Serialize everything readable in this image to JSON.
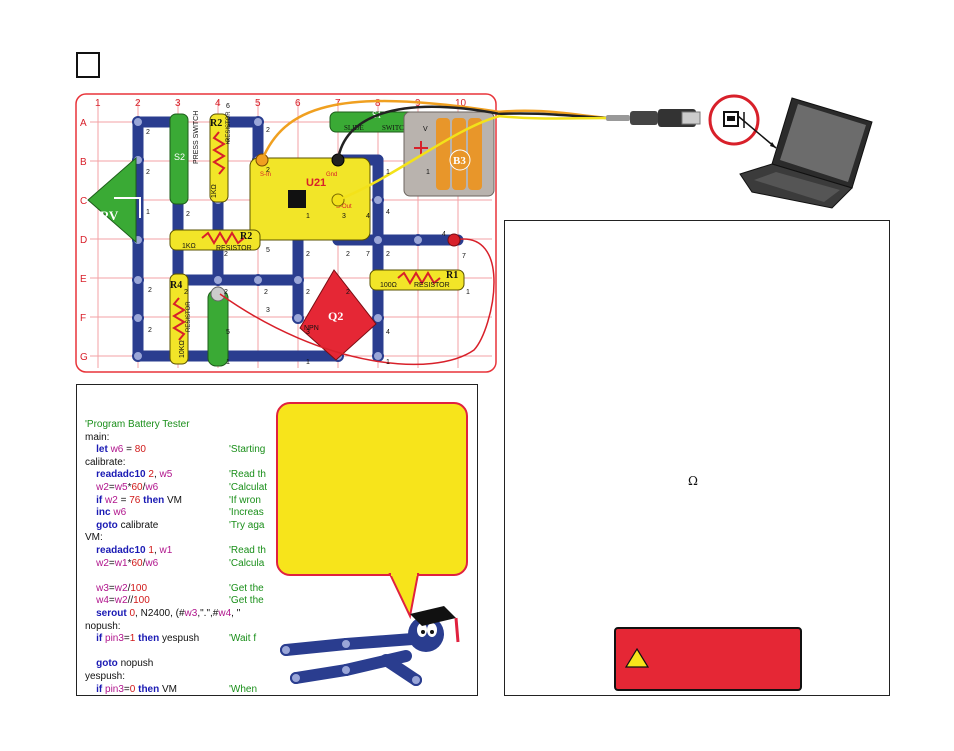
{
  "diagram": {
    "column_labels": [
      "1",
      "2",
      "3",
      "4",
      "5",
      "6",
      "7",
      "8",
      "9",
      "10"
    ],
    "row_labels": [
      "A",
      "B",
      "C",
      "D",
      "E",
      "F",
      "G"
    ],
    "parts": {
      "s1_name": "S1",
      "s1_label_left": "SLIDE",
      "s1_label_right": "SWITCH",
      "s2_name": "S2",
      "s2_label": "PRESS SWITCH",
      "r2_top_name": "R2",
      "r2_top_label": "RESISTOR",
      "r2_top_value": "1KΩ",
      "r2_mid_name": "R2",
      "r2_mid_value": "1KΩ",
      "r2_mid_label": "RESISTOR",
      "r4_name": "R4",
      "r4_label": "RESISTOR",
      "r4_value": "10KΩ",
      "r1_name": "R1",
      "r1_value": "100Ω",
      "r1_label": "RESISTOR",
      "rv_name": "RV",
      "u21_name": "U21",
      "u21_pin_sin": "S-In",
      "u21_pin_gnd": "Gnd",
      "u21_pin_sout": "S-Out",
      "b3_name": "B3",
      "q2_name": "Q2",
      "q2_label": "NPN",
      "b3_edge_label": "V"
    },
    "snap_numbers": [
      "2",
      "2",
      "2",
      "2",
      "2",
      "2",
      "2",
      "2",
      "2",
      "2",
      "2",
      "2",
      "2",
      "2",
      "2",
      "2",
      "2",
      "3",
      "3",
      "3",
      "4",
      "4",
      "4",
      "4",
      "5",
      "5",
      "6",
      "7",
      "7",
      "1",
      "1",
      "1",
      "1",
      "1",
      "1",
      "1",
      "1"
    ]
  },
  "code": {
    "lines": [
      {
        "text": "'Program Battery Tester",
        "comment": ""
      },
      {
        "text": "main:",
        "comment": ""
      },
      {
        "text": "    let w6 = 80",
        "comment": "'Starting"
      },
      {
        "text": "calibrate:",
        "comment": ""
      },
      {
        "text": "    readadc10 2, w5",
        "comment": "'Read th"
      },
      {
        "text": "    w2=w5*60/w6",
        "comment": "'Calculat"
      },
      {
        "text": "    if w2 = 76 then VM",
        "comment": "'If wron"
      },
      {
        "text": "    inc w6",
        "comment": "'Increas"
      },
      {
        "text": "    goto calibrate",
        "comment": "'Try aga"
      },
      {
        "text": "VM:",
        "comment": ""
      },
      {
        "text": "    readadc10 1, w1",
        "comment": "'Read th"
      },
      {
        "text": "    w2=w1*60/w6",
        "comment": "'Calcula"
      },
      {
        "text": "",
        "comment": ""
      },
      {
        "text": "    w3=w2/100",
        "comment": "'Get the"
      },
      {
        "text": "    w4=w2//100",
        "comment": "'Get the"
      },
      {
        "text": "    serout 0, N2400, (#w3,\".\",#w4, \"",
        "comment": ""
      },
      {
        "text": "nopush:",
        "comment": ""
      },
      {
        "text": "    if pin3=1 then yespush",
        "comment": "'Wait f"
      },
      {
        "text": "",
        "comment": ""
      },
      {
        "text": "    goto nopush",
        "comment": ""
      },
      {
        "text": "yespush:",
        "comment": ""
      },
      {
        "text": "    if pin3=0 then VM",
        "comment": "'When"
      }
    ]
  },
  "info": {
    "ohm_symbol": "Ω"
  },
  "colors": {
    "panel_border": "#222222",
    "grid_red": "#e8343a",
    "snap_blue": "#2a3d8f",
    "u21_yellow": "#f2e528",
    "bubble_yellow": "#f7e41b",
    "bubble_border": "#e0213f",
    "warning_red": "#e52735",
    "green_part": "#3aaa35",
    "wire_orange": "#f0a020",
    "wire_yellow": "#f3e21a"
  },
  "icons": {
    "usb_cable": "usb-cable-icon",
    "usb_port": "usb-port-icon",
    "laptop": "laptop-icon",
    "warning": "warning-triangle-icon",
    "mascot": "snap-mascot-icon"
  }
}
